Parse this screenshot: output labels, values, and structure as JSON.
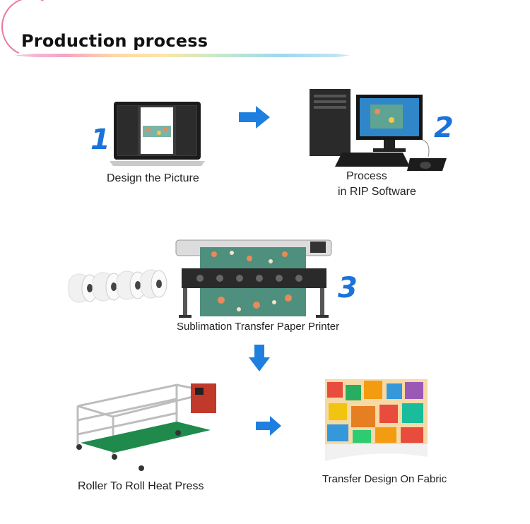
{
  "header": {
    "title": "Production process"
  },
  "steps": {
    "one": {
      "number": "1",
      "caption": "Design the Picture"
    },
    "two": {
      "number": "2",
      "caption_line1": "Process",
      "caption_line2": "in RIP Software"
    },
    "three": {
      "number": "3",
      "caption": "Sublimation Transfer Paper Printer"
    },
    "four": {
      "caption": "Roller To Roll Heat Press"
    },
    "five": {
      "caption": "Transfer Design On Fabric"
    }
  },
  "colors": {
    "accent_blue": "#1a73d9",
    "arrow_blue": "#1f7fe0",
    "fabric_teal": "#4f8f7e"
  }
}
